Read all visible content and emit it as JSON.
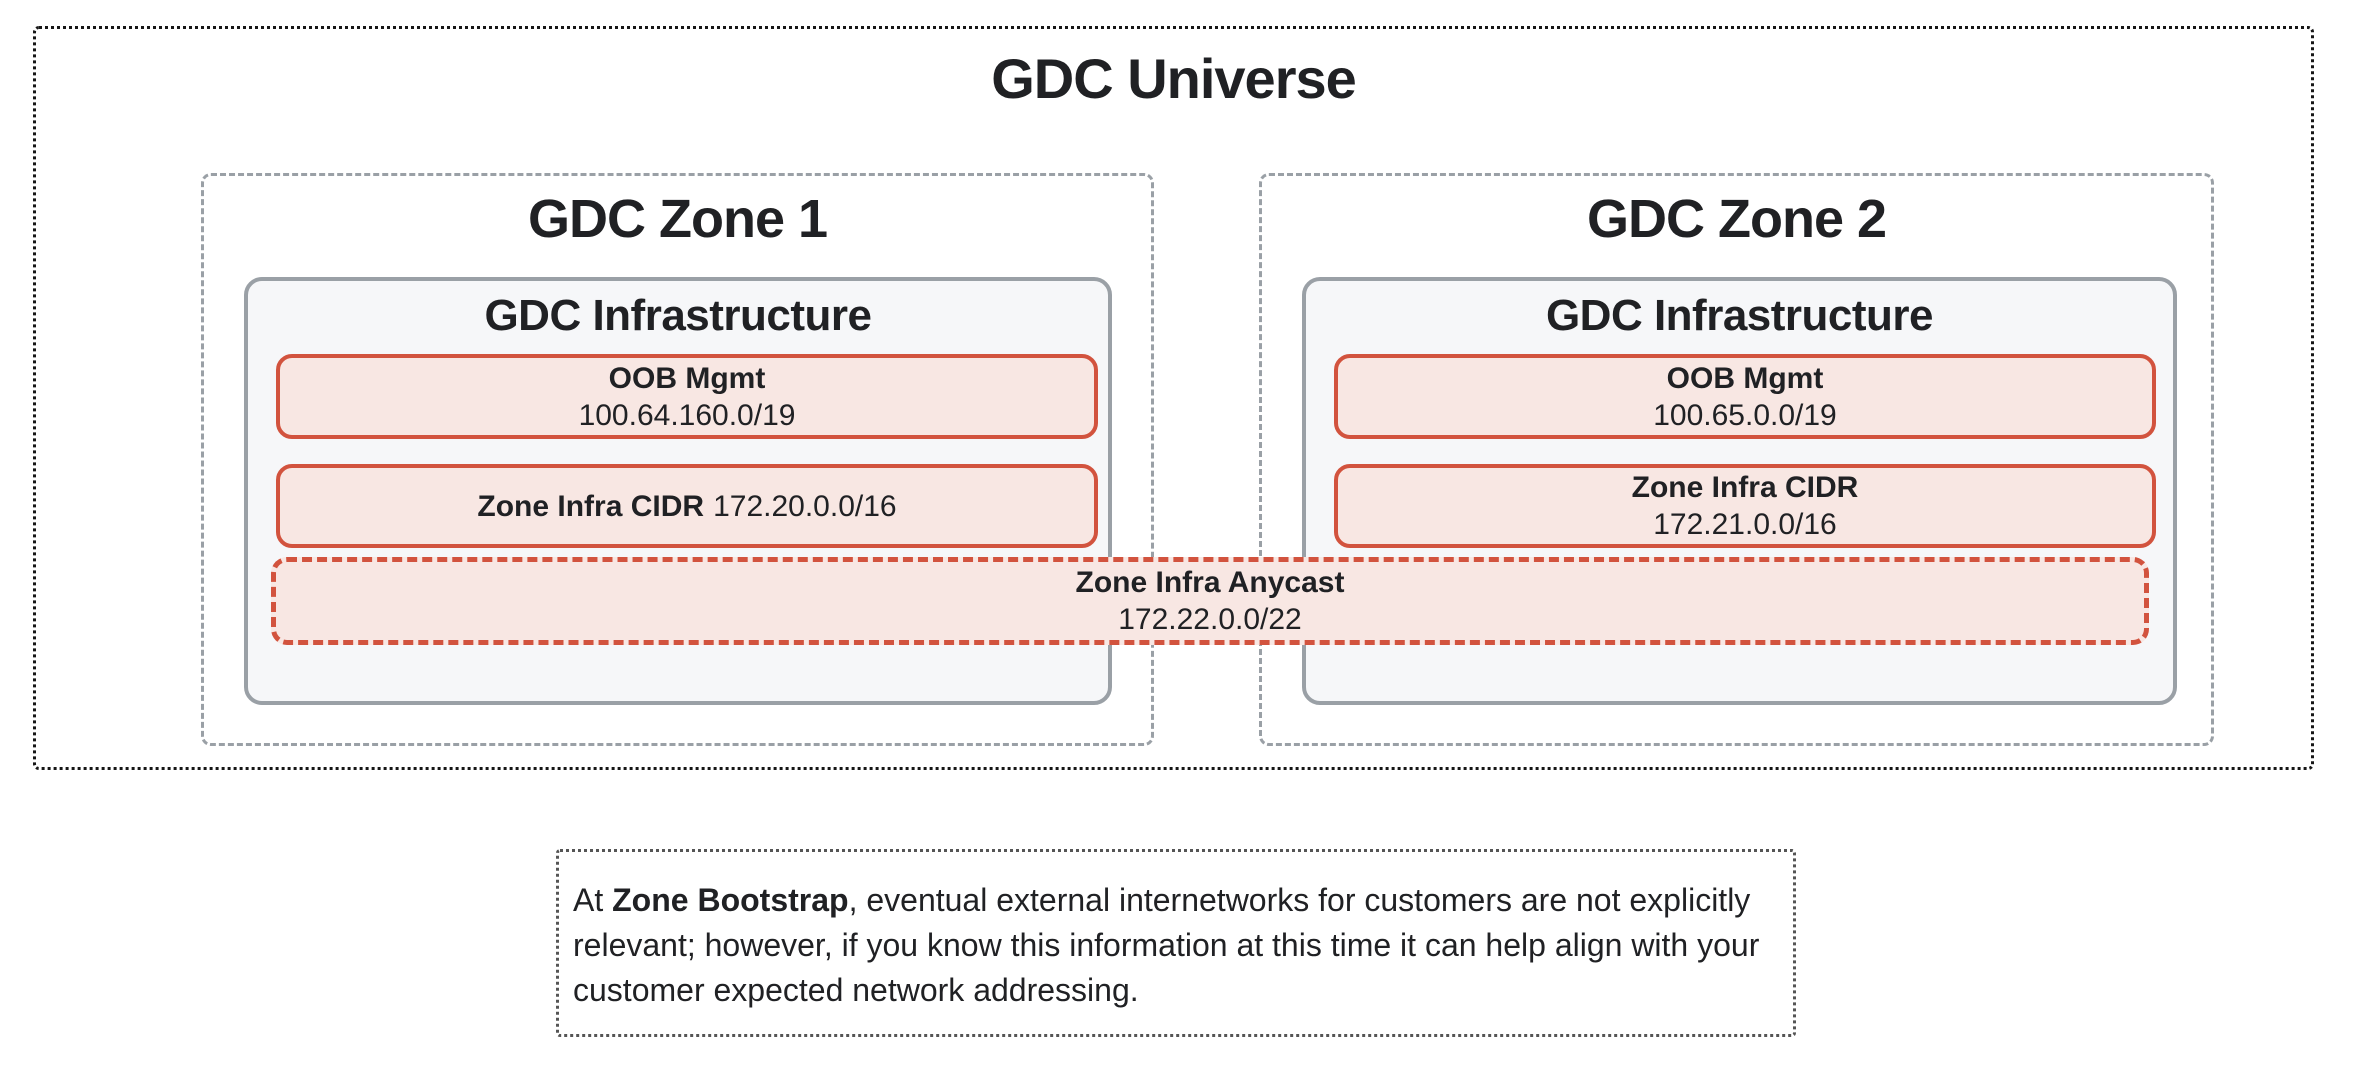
{
  "universe": {
    "title": "GDC Universe",
    "zones": [
      {
        "title": "GDC Zone 1",
        "infra_title": "GDC Infrastructure",
        "oob": {
          "label": "OOB Mgmt",
          "cidr": "100.64.160.0/19"
        },
        "zone_cidr": {
          "label": "Zone Infra CIDR",
          "cidr": "172.20.0.0/16"
        }
      },
      {
        "title": "GDC Zone 2",
        "infra_title": "GDC Infrastructure",
        "oob": {
          "label": "OOB Mgmt",
          "cidr": "100.65.0.0/19"
        },
        "zone_cidr": {
          "label": "Zone Infra CIDR",
          "cidr": "172.21.0.0/16"
        }
      }
    ],
    "anycast": {
      "label": "Zone Infra Anycast",
      "cidr": "172.22.0.0/22"
    }
  },
  "note": {
    "prefix": "At ",
    "bold": "Zone Bootstrap",
    "rest": ", eventual external internetworks for customers are not explicitly relevant; however, if you know this information at this time it can help align with your customer expected network addressing."
  },
  "colors": {
    "accent_red": "#d2533e",
    "red_fill": "#f8e7e3",
    "border_gray": "#9aa0a6",
    "infra_fill": "#f6f7f9",
    "ink": "#202124",
    "note_border": "#555555",
    "outer_border": "#161616"
  }
}
